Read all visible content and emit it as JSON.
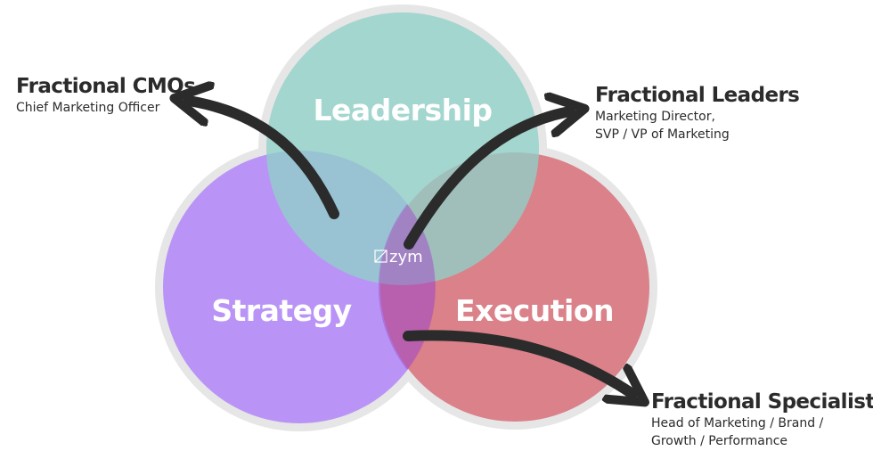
{
  "circles": {
    "leadership": {
      "label": "Leadership",
      "color": "#8fd1c8"
    },
    "strategy": {
      "label": "Strategy",
      "color": "#b68ff7"
    },
    "execution": {
      "label": "Execution",
      "color": "#d6646f"
    }
  },
  "center_logo": {
    "text": "zym",
    "icon": "logo-square-icon"
  },
  "callouts": {
    "cmos": {
      "title": "Fractional CMOs",
      "subtitle_lines": [
        "Chief Marketing Officer"
      ]
    },
    "leaders": {
      "title": "Fractional Leaders",
      "subtitle_lines": [
        "Marketing Director,",
        "SVP / VP of Marketing"
      ]
    },
    "specialists": {
      "title": "Fractional Specialists",
      "subtitle_lines": [
        "Head of Marketing / Brand /",
        "Growth / Performance"
      ]
    }
  },
  "colors": {
    "arrow": "#2b2b2b",
    "ring": "#e6e6e6",
    "text": "#2b2b2b"
  }
}
